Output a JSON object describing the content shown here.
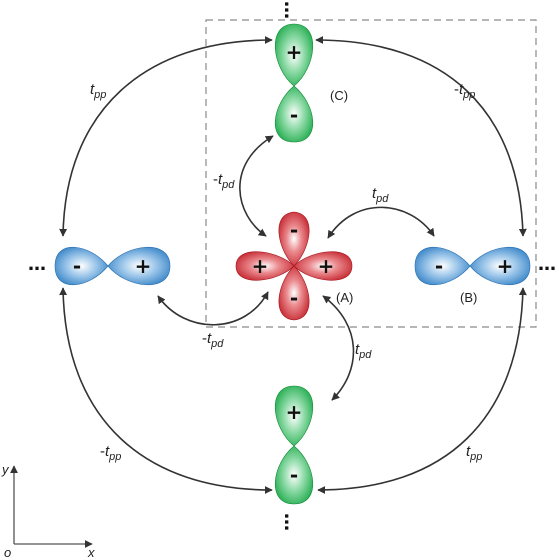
{
  "colors": {
    "blue": "#3b86c8",
    "red": "#c8202a",
    "green": "#1fae4c",
    "dashed_box": "#8a8a8a",
    "arrow": "#333333"
  },
  "signs": {
    "plus": "+",
    "minus": "-"
  },
  "ellipsis": "…",
  "labels": {
    "center_orbital": "(A)",
    "right_orbital": "(B)",
    "top_orbital": "(C)"
  },
  "hoppings": {
    "top_left": {
      "prefix": "",
      "base": "t",
      "sub": "pp"
    },
    "top_right": {
      "prefix": "-",
      "base": "t",
      "sub": "pp"
    },
    "bottom_left": {
      "prefix": "-",
      "base": "t",
      "sub": "pp"
    },
    "bottom_right": {
      "prefix": "",
      "base": "t",
      "sub": "pp"
    },
    "center_top": {
      "prefix": "-",
      "base": "t",
      "sub": "pd"
    },
    "center_right": {
      "prefix": "",
      "base": "t",
      "sub": "pd"
    },
    "center_left": {
      "prefix": "-",
      "base": "t",
      "sub": "pd"
    },
    "center_bottom": {
      "prefix": "",
      "base": "t",
      "sub": "pd"
    }
  },
  "axes": {
    "origin": "o",
    "x": "x",
    "y": "y"
  }
}
